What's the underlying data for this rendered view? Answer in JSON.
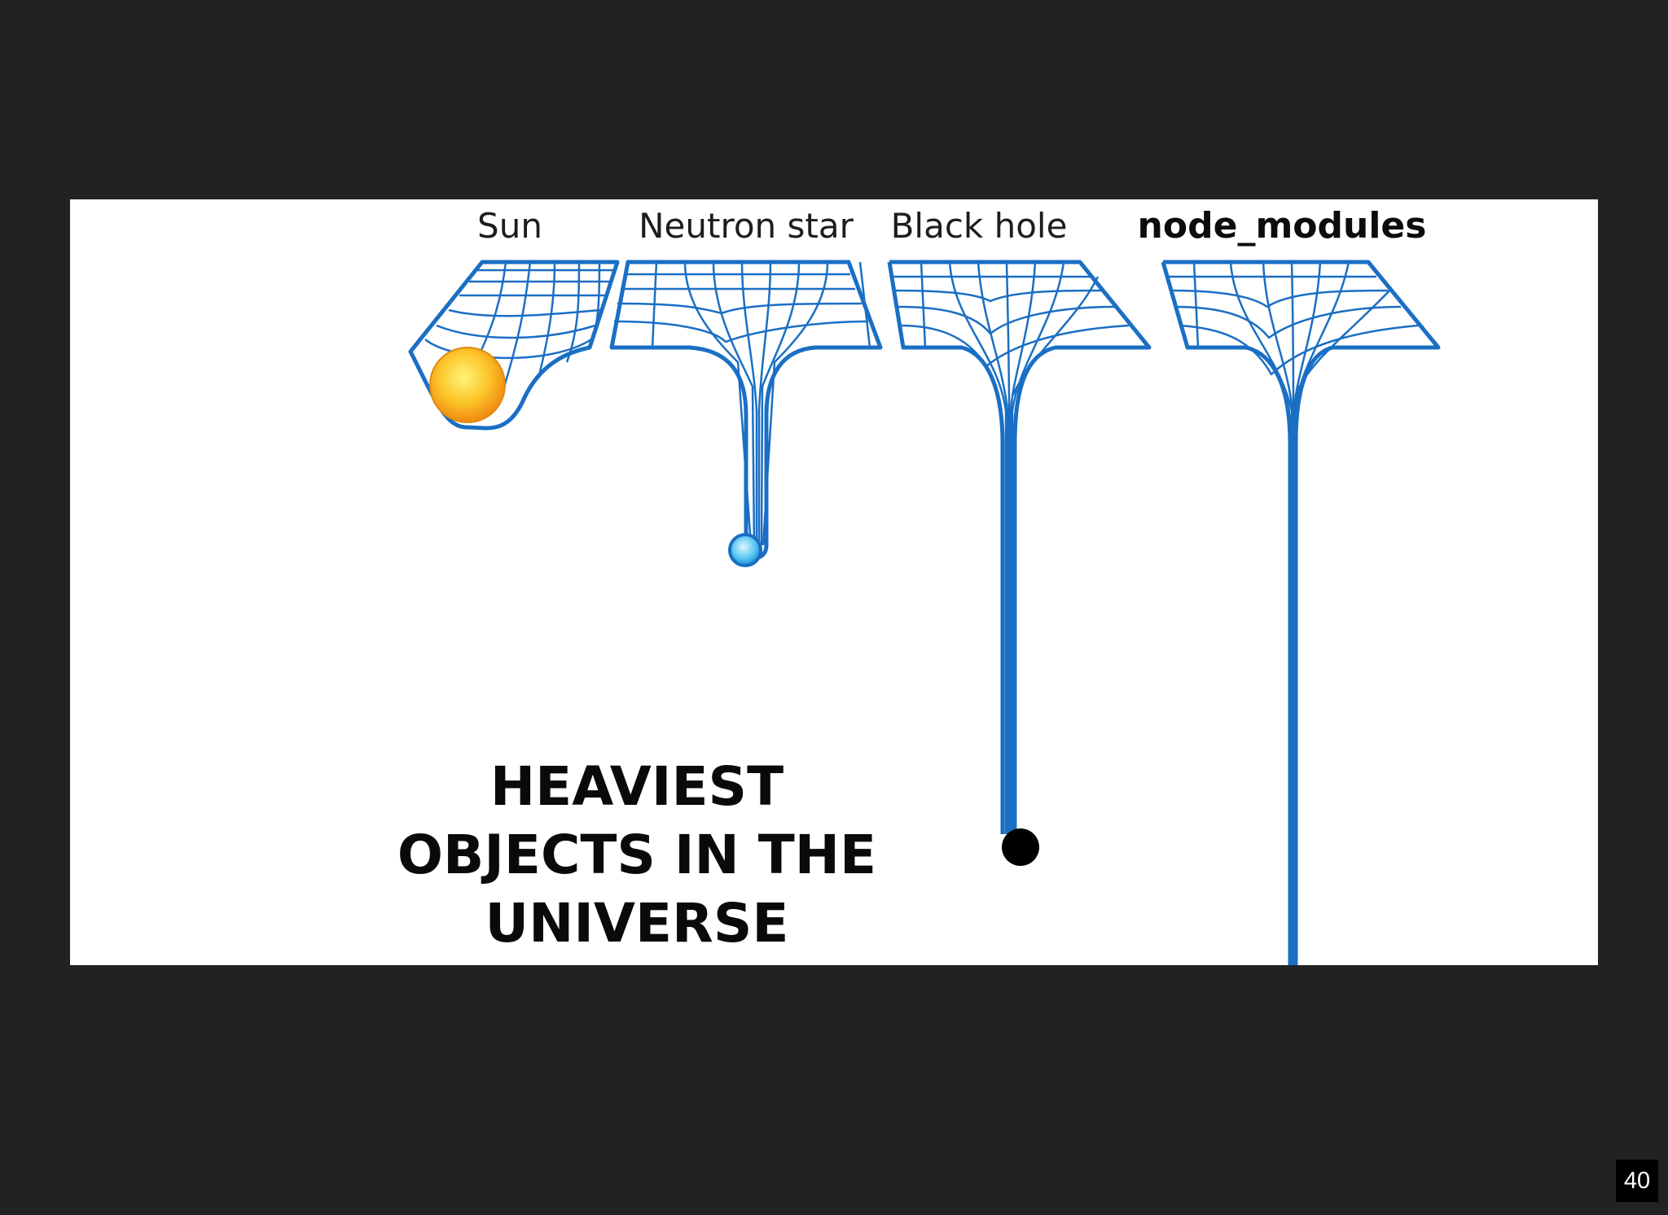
{
  "slide": {
    "objects": [
      {
        "id": "sun",
        "label": "Sun"
      },
      {
        "id": "neutron-star",
        "label": "Neutron star"
      },
      {
        "id": "black-hole",
        "label": "Black hole"
      },
      {
        "id": "node-modules",
        "label": "node_modules"
      }
    ],
    "caption_lines": [
      "HEAVIEST",
      "OBJECTS IN THE",
      "UNIVERSE"
    ]
  },
  "page_number": "40",
  "colors": {
    "background": "#232223",
    "grid": "#1a6fc4",
    "sun": "#f7b21c",
    "neutron_star": "#4fc3f0",
    "black_hole": "#000000"
  }
}
